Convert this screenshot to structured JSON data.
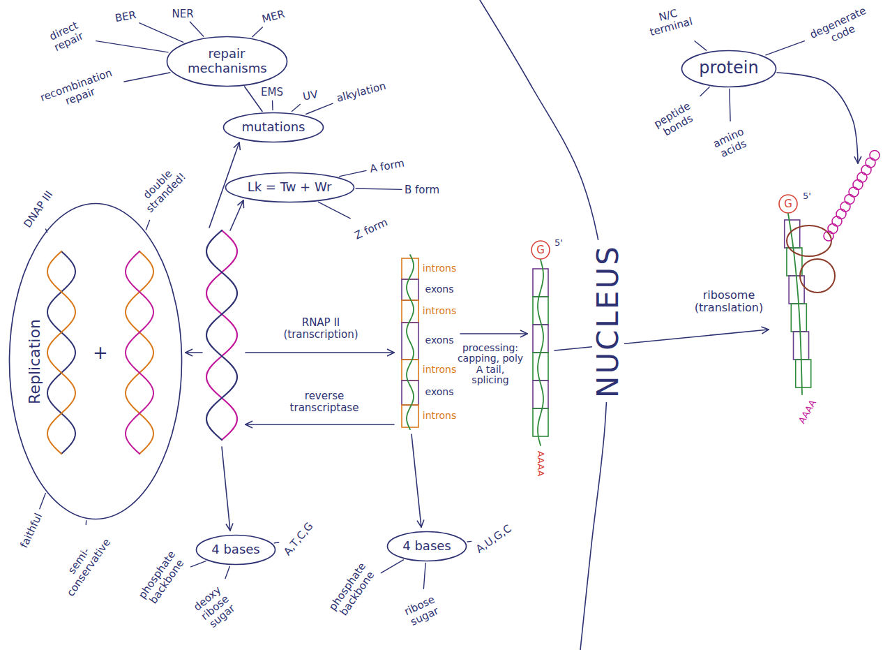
{
  "diagram": {
    "nodes": [
      {
        "text": [
          "repair mechanisms"
        ]
      },
      {
        "text": [
          "mutations"
        ]
      },
      {
        "text": [
          "Lk = Tw + Wr"
        ]
      },
      {
        "text": [
          "Replication"
        ]
      },
      {
        "text": [
          "4 bases"
        ]
      },
      {
        "text": [
          "4 bases"
        ]
      },
      {
        "text": [
          "protein"
        ]
      }
    ],
    "edges": [
      {
        "from": 0,
        "to": 1,
        "arrow": "none"
      }
    ],
    "labels": [
      "direct repair",
      "BER",
      "NER",
      "MER",
      "recombination repair",
      "EMS",
      "UV",
      "alkylation",
      "A form",
      "B form",
      "Z form",
      "DNAP III",
      "double stranded!",
      "+",
      "faithful",
      "semi-conservative",
      "phosphate backbone",
      "deoxy ribose sugar",
      "A,T,C,G",
      "phosphate backbone",
      "ribose sugar",
      "A,U,G,C",
      "RNAP II (transcription)",
      "reverse transcriptase",
      "introns",
      "exons",
      "introns",
      "exons",
      "introns",
      "exons",
      "introns",
      "processing: capping, poly A tail, splicing",
      "G",
      "5'",
      "AAAA",
      "NUCLEUS",
      "ribosome (translation)",
      "N/C terminal",
      "degenerate code",
      "peptide bonds",
      "amino acids",
      "G",
      "5'",
      "AAAA"
    ]
  }
}
